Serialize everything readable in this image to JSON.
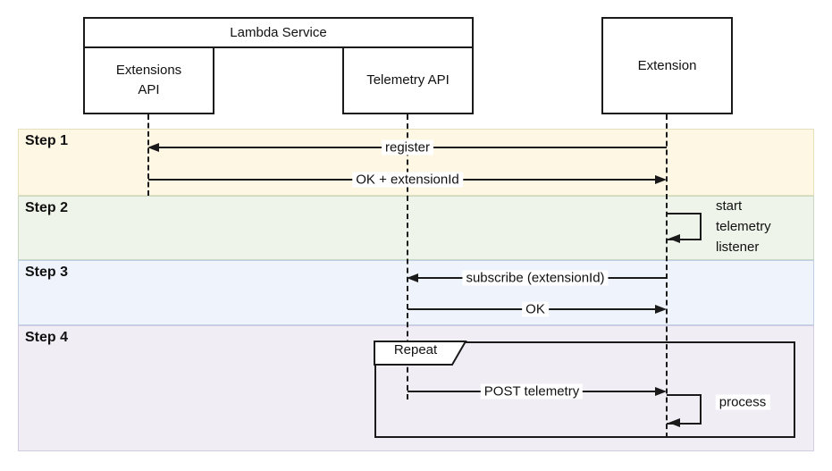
{
  "participants": {
    "lambda_service": "Lambda Service",
    "extensions_api": "Extensions API",
    "telemetry_api": "Telemetry API",
    "extension": "Extension"
  },
  "steps": [
    {
      "label": "Step 1",
      "bg": "#fdf7e3"
    },
    {
      "label": "Step 2",
      "bg": "#eef4ea"
    },
    {
      "label": "Step 3",
      "bg": "#eef3fc"
    },
    {
      "label": "Step 4",
      "bg": "#f0edf5"
    }
  ],
  "messages": {
    "register": "register",
    "ok_extension_id": "OK + extensionId",
    "start_telemetry_listener": "start telemetry listener",
    "subscribe": "subscribe (extensionId)",
    "ok": "OK",
    "post_telemetry": "POST telemetry",
    "process": "process"
  },
  "fragment": {
    "label": "Repeat"
  },
  "colors": {
    "line": "#1a1a1a",
    "box_bg": "#ffffff"
  }
}
